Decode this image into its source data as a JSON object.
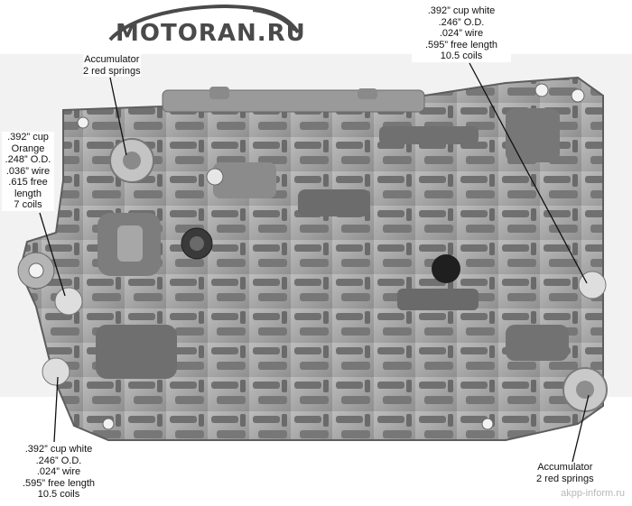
{
  "logo": {
    "text": "MOTORAN.RU"
  },
  "watermark": "akpp-inform.ru",
  "labels": {
    "top_left_accumulator": [
      "Accumulator",
      "2 red springs"
    ],
    "left_orange": [
      ".392” cup",
      "Orange",
      ".248” O.D.",
      ".036” wire",
      ".615 free",
      "length",
      "7 coils"
    ],
    "top_right_white": [
      ".392” cup white",
      ".246” O.D.",
      ".024” wire",
      ".595” free length",
      "10.5 coils"
    ],
    "bottom_left_white": [
      ".392” cup white",
      ".246” O.D.",
      ".024” wire",
      ".595” free length",
      "10.5 coils"
    ],
    "bottom_right_accumulator": [
      "Accumulator",
      "2 red springs"
    ]
  },
  "colors": {
    "casting": "#a9a9a9",
    "casting_dark": "#6e6e6e",
    "logo": "#4a4a4a"
  }
}
